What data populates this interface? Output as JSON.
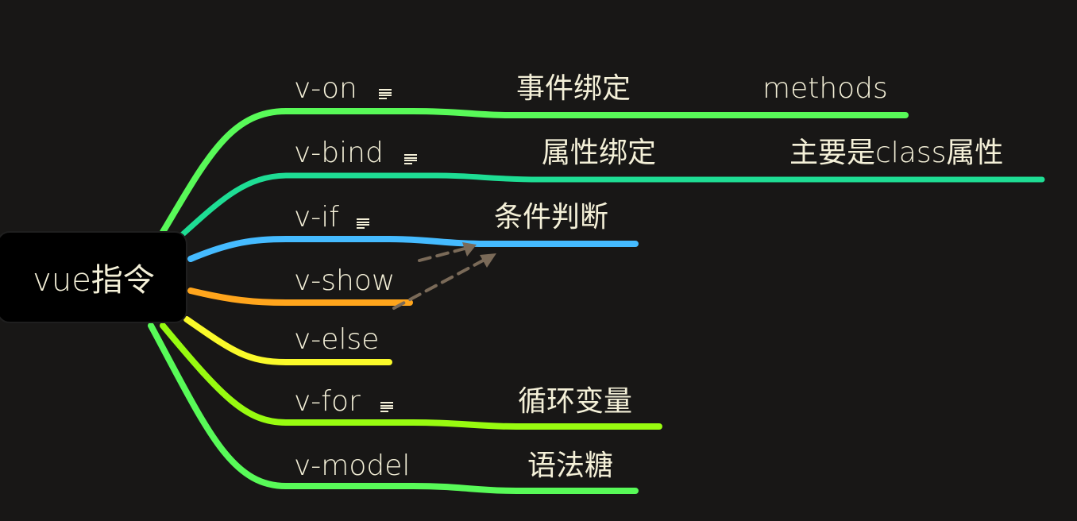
{
  "root": {
    "label": "vue指令"
  },
  "colors": {
    "background": "#181716",
    "text": "#f4f0d8",
    "v_on": "#58fa58",
    "v_bind": "#1edd94",
    "v_if": "#45bbff",
    "v_show": "#ffa51c",
    "v_else": "#fafa2a",
    "v_for": "#98fb10",
    "v_model": "#58fa58",
    "relation_arrow": "#7a6a58"
  },
  "branches": [
    {
      "label": "v-on",
      "has_note": true,
      "children": [
        {
          "label": "事件绑定",
          "children": [
            {
              "label": "methods"
            }
          ]
        }
      ]
    },
    {
      "label": "v-bind",
      "has_note": true,
      "children": [
        {
          "label": "属性绑定",
          "children": [
            {
              "label": "主要是class属性"
            }
          ]
        }
      ]
    },
    {
      "label": "v-if",
      "has_note": true,
      "children": [
        {
          "label": "条件判断"
        }
      ]
    },
    {
      "label": "v-show",
      "has_note": false,
      "children": []
    },
    {
      "label": "v-else",
      "has_note": false,
      "children": []
    },
    {
      "label": "v-for",
      "has_note": true,
      "children": [
        {
          "label": "循环变量"
        }
      ]
    },
    {
      "label": "v-model",
      "has_note": false,
      "children": [
        {
          "label": "语法糖"
        }
      ]
    }
  ],
  "relations": [
    {
      "from": "v-if",
      "to": "条件判断",
      "style": "dashed"
    },
    {
      "from": "v-show",
      "to": "条件判断",
      "style": "dashed"
    }
  ]
}
